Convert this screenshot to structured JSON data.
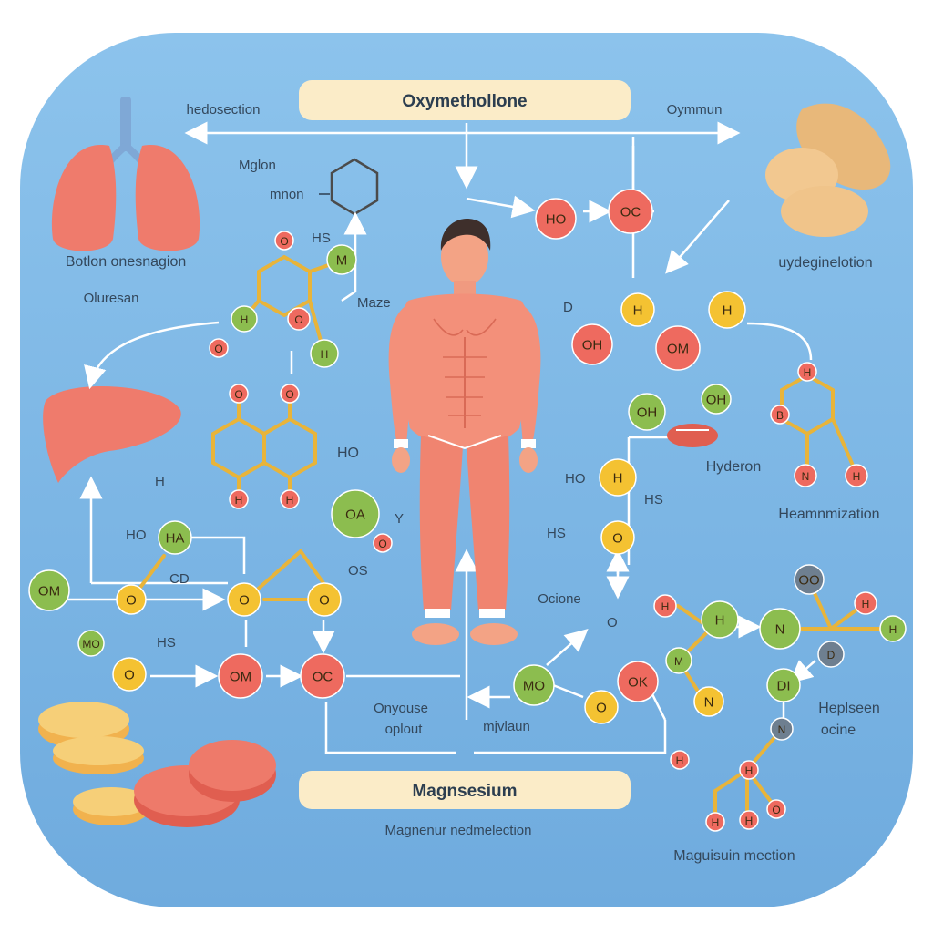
{
  "header": {
    "title": "Oxymethollone"
  },
  "footer": {
    "title": "Magnsesium",
    "caption": "Magnenur nedmelection"
  },
  "labels": {
    "top_left": "hedosection",
    "top_right": "Oymmun",
    "lung_label": "Botlon onesnagion",
    "lung_sub": "Oluresan",
    "molecule_label_top": "Mglon",
    "molecule_label_mnon": "mnon",
    "maze": "Maze",
    "ho_mid": "HO",
    "right_upper": "uydeginelotion",
    "hyderon": "Hyderon",
    "heemmization": "Heamnmization",
    "ocione": "Ocione",
    "onyouse": "Onyouse",
    "oplout": "oplout",
    "mivlaun": "mjvlaun",
    "heplseen": "Heplseen",
    "ocine": "ocine",
    "bottom_right": "Maguisuin mection"
  },
  "nodes": {
    "o_hs_top": "O",
    "hs_top": "HS",
    "m_green": "M",
    "h_green_1": "H",
    "o_red_1": "O",
    "o_red_2": "O",
    "h_green_2": "H",
    "o_ring_l": "O",
    "o_ring_r": "O",
    "h_ring_l": "H",
    "h_ring_r": "H",
    "h_small": "H",
    "ha_green": "HA",
    "ho_small": "HO",
    "cd": "CD",
    "oa_green": "OA",
    "o_tiny_red": "O",
    "y": "Y",
    "os": "OS",
    "om_green": "OM",
    "o_y1": "O",
    "o_y2": "O",
    "o_y3": "O",
    "mo_green_s": "MO",
    "o_y4": "O",
    "hs_left": "HS",
    "om_red": "OM",
    "oc_red": "OC",
    "ho_red": "HO",
    "oc_red_top": "OC",
    "d_top": "D",
    "h_y1": "H",
    "h_y2": "H",
    "oh_red": "OH",
    "om_red2": "OM",
    "h_red_s": "H",
    "oh_green_l": "OH",
    "oh_green_r": "OH",
    "b_red": "B",
    "n_red": "N",
    "h_red_r": "H",
    "ho_side": "HO",
    "h_yellow": "H",
    "hs_right": "HS",
    "o_yellow": "O",
    "hs_r2": "HS",
    "o_ochre": "O",
    "mo_green_b": "MO",
    "o_y5": "O",
    "ok_red": "OK",
    "m_green_b": "M",
    "n_yellow": "N",
    "h_red_b": "H",
    "h_green_b": "H",
    "n_green_b": "N",
    "oo_gray": "OO",
    "h_red_r2": "H",
    "h_green_r2": "H",
    "d_gray": "D",
    "di_green": "DI",
    "n_gray": "N",
    "h_red_c1": "H",
    "h_red_c2": "H",
    "h_red_c3": "H",
    "h_red_c4": "H",
    "o_red_c": "O"
  },
  "colors": {
    "background": "#7fb8e6",
    "panel": "#fbecc8",
    "red_node": "#ee6a5f",
    "yellow_node": "#f4c232",
    "green_node": "#8cbd4f",
    "gray_node": "#6e7f90",
    "skin": "#f3907a",
    "pill_yellow": "#f6c96b",
    "pill_red": "#ee7a6a"
  }
}
